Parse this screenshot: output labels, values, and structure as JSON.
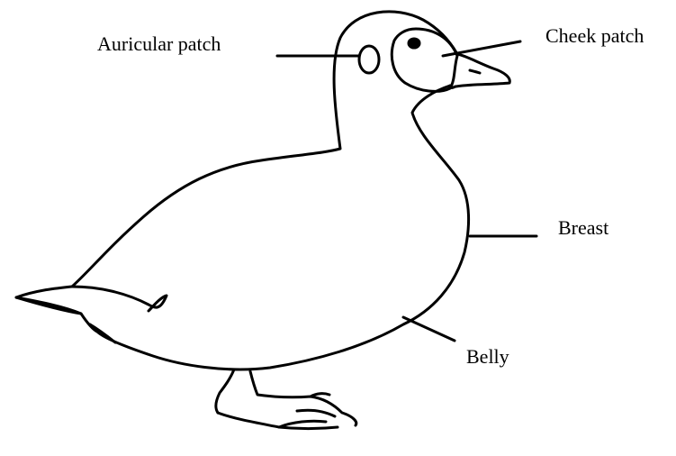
{
  "labels": {
    "auricular_patch": "Auricular patch",
    "cheek_patch": "Cheek patch",
    "breast": "Breast",
    "belly": "Belly"
  },
  "colors": {
    "stroke": "#000000",
    "background": "#ffffff"
  }
}
